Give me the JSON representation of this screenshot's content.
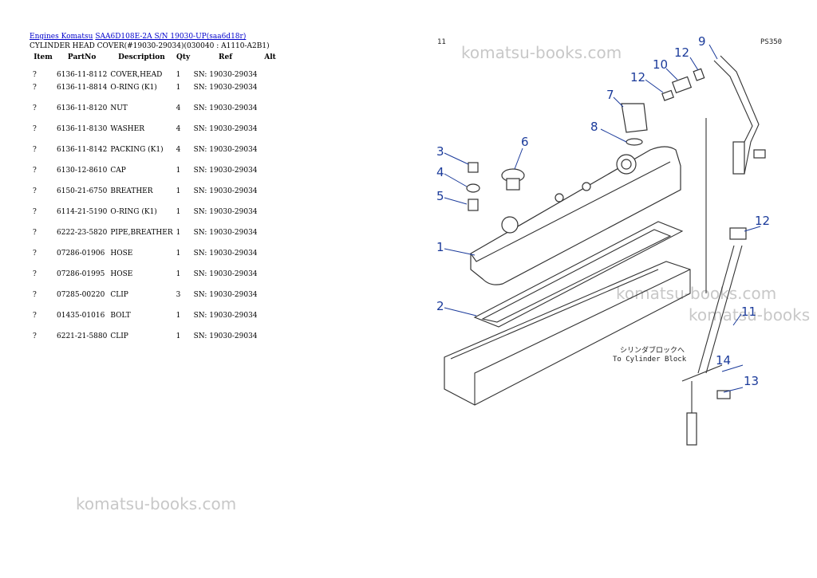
{
  "breadcrumb": {
    "link1": "Engines Komatsu",
    "link2": "SAA6D108E-2A S/N 19030-UP(saa6d18r)"
  },
  "page_title": "CYLINDER HEAD COVER(#19030-29034)(030040 : A1110-A2B1)",
  "table": {
    "headers": [
      "Item",
      "PartNo",
      "Description",
      "Qty",
      "Ref",
      "Alt"
    ],
    "rows": [
      {
        "item": "?",
        "part": "6136-11-8112",
        "desc": "COVER,HEAD",
        "qty": "1",
        "ref": "SN: 19030-29034",
        "alt": ""
      },
      {
        "item": "?",
        "part": "6136-11-8814",
        "desc": "O-RING (K1)",
        "qty": "1",
        "ref": "SN: 19030-29034",
        "alt": ""
      },
      {
        "item": "?",
        "part": "6136-11-8120",
        "desc": "NUT",
        "qty": "4",
        "ref": "SN: 19030-29034",
        "alt": ""
      },
      {
        "item": "?",
        "part": "6136-11-8130",
        "desc": "WASHER",
        "qty": "4",
        "ref": "SN: 19030-29034",
        "alt": ""
      },
      {
        "item": "?",
        "part": "6136-11-8142",
        "desc": "PACKING (K1)",
        "qty": "4",
        "ref": "SN: 19030-29034",
        "alt": ""
      },
      {
        "item": "?",
        "part": "6130-12-8610",
        "desc": "CAP",
        "qty": "1",
        "ref": "SN: 19030-29034",
        "alt": ""
      },
      {
        "item": "?",
        "part": "6150-21-6750",
        "desc": "BREATHER",
        "qty": "1",
        "ref": "SN: 19030-29034",
        "alt": ""
      },
      {
        "item": "?",
        "part": "6114-21-5190",
        "desc": "O-RING (K1)",
        "qty": "1",
        "ref": "SN: 19030-29034",
        "alt": ""
      },
      {
        "item": "?",
        "part": "6222-23-5820",
        "desc": "PIPE,BREATHER",
        "qty": "1",
        "ref": "SN: 19030-29034",
        "alt": ""
      },
      {
        "item": "?",
        "part": "07286-01906",
        "desc": "HOSE",
        "qty": "1",
        "ref": "SN: 19030-29034",
        "alt": ""
      },
      {
        "item": "?",
        "part": "07286-01995",
        "desc": "HOSE",
        "qty": "1",
        "ref": "SN: 19030-29034",
        "alt": ""
      },
      {
        "item": "?",
        "part": "07285-00220",
        "desc": "CLIP",
        "qty": "3",
        "ref": "SN: 19030-29034",
        "alt": ""
      },
      {
        "item": "?",
        "part": "01435-01016",
        "desc": "BOLT",
        "qty": "1",
        "ref": "SN: 19030-29034",
        "alt": ""
      },
      {
        "item": "?",
        "part": "6221-21-5880",
        "desc": "CLIP",
        "qty": "1",
        "ref": "SN: 19030-29034",
        "alt": ""
      }
    ]
  },
  "watermarks": {
    "top": "komatsu-books.com",
    "mid": "komatsu-books.com",
    "mid2": "komatsu-books",
    "bottom": "komatsu-books.com"
  },
  "diagram": {
    "page_number": "11",
    "figure_code": "PS350",
    "jp_note": "シリンダブロックへ",
    "en_note": "To Cylinder Block",
    "callouts": {
      "c1": "1",
      "c2": "2",
      "c3": "3",
      "c4": "4",
      "c5": "5",
      "c6": "6",
      "c7": "7",
      "c8": "8",
      "c9": "9",
      "c10": "10",
      "c11": "11",
      "c12a": "12",
      "c12b": "12",
      "c12c": "12",
      "c13": "13",
      "c14": "14"
    }
  }
}
